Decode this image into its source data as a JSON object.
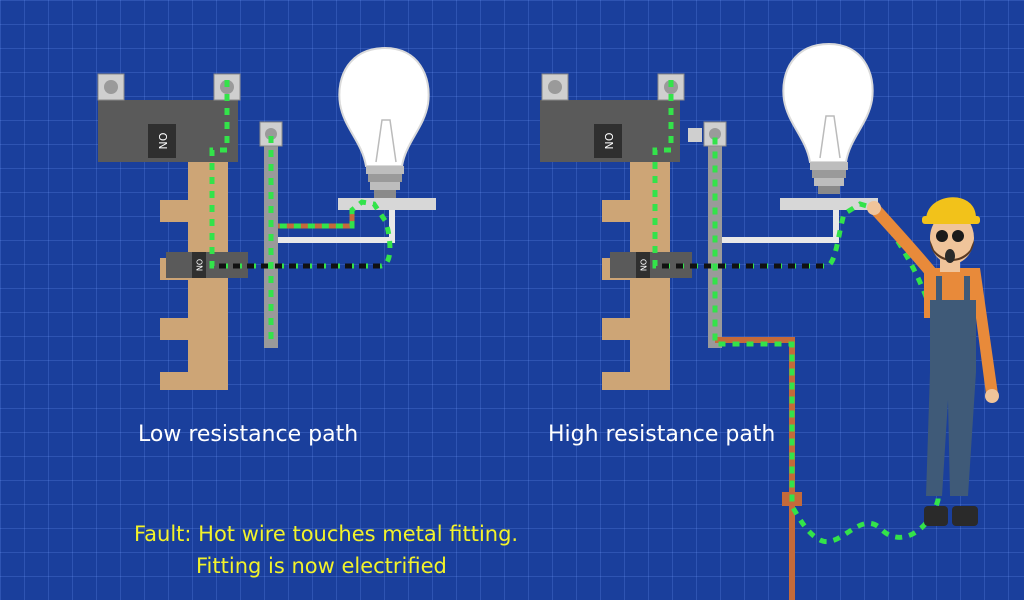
{
  "labels": {
    "left": "Low resistance path",
    "right": "High resistance path"
  },
  "fault_note": {
    "line1": "Fault: Hot wire touches metal fitting.",
    "line2": "Fitting is now electrified"
  },
  "breaker_text": "ON",
  "colors": {
    "background": "#1a3f9c",
    "grid": "#5b7de0",
    "busbar": "#cda576",
    "breaker": "#5a5a5a",
    "current_path": "#33e34a",
    "ground_wire": "#c46a3a",
    "neutral_bar": "#9a9a9a",
    "text": "#ffffff",
    "fault_text": "#f2f22a"
  },
  "icons": [
    "breaker-icon",
    "light-bulb-icon",
    "electrician-icon",
    "ground-rod-icon"
  ]
}
